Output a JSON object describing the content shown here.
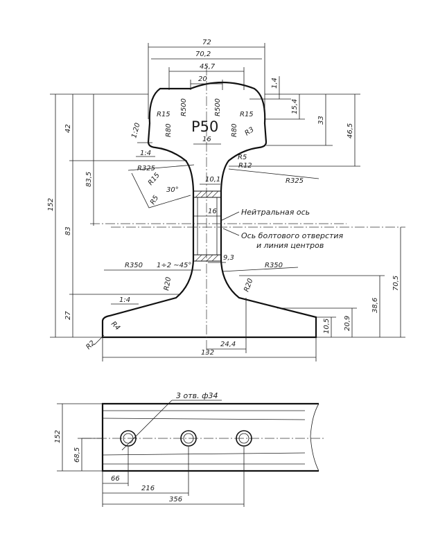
{
  "profile_name": "P50",
  "dimensions": {
    "top_72": "72",
    "top_70_2": "70,2",
    "top_45_7": "45,7",
    "top_20": "20",
    "d_1_4": "1,4",
    "d_15_4": "15,4",
    "d_33": "33",
    "d_46_5": "46,5",
    "d_152": "152",
    "d_42": "42",
    "d_83_5": "83,5",
    "d_83": "83",
    "d_27": "27",
    "d_16_top": "16",
    "d_10_1": "10,1",
    "d_16_mid": "16",
    "d_9_3": "9,3",
    "d_70_5": "70,5",
    "d_38_6": "38,6",
    "d_20_9": "20,9",
    "d_10_5": "10,5",
    "d_24_4": "24,4",
    "d_132": "132"
  },
  "radii": {
    "r15_left": "R15",
    "r15_right": "R15",
    "r500_left": "R500",
    "r500_right": "R500",
    "r80_left": "R80",
    "r80_right": "R80",
    "r3": "R3",
    "r5_right": "R5",
    "r12": "R12",
    "r325_left": "R325",
    "r325_right": "R325",
    "r15_web": "R15",
    "r5_left": "R5",
    "r350_left": "R350",
    "r350_right": "R350",
    "r20_left": "R20",
    "r20_right": "R20",
    "r4": "R4",
    "r2": "R2"
  },
  "slopes": {
    "s_1_20": "1:20",
    "s_1_4_head": "1:4",
    "s_1_4_foot": "1:4",
    "angle_30": "30°",
    "chamfer": "1÷2 ~45°"
  },
  "labels": {
    "neutral_axis": "Нейтральная ось",
    "bolt_axis_line1": "Ось болтового отверстия",
    "bolt_axis_line2": "и линия центров"
  },
  "side_view": {
    "holes_label": "3 отв. ф34",
    "height_152": "152",
    "height_68_5": "68,5",
    "d_66": "66",
    "d_216": "216",
    "d_356": "356"
  }
}
